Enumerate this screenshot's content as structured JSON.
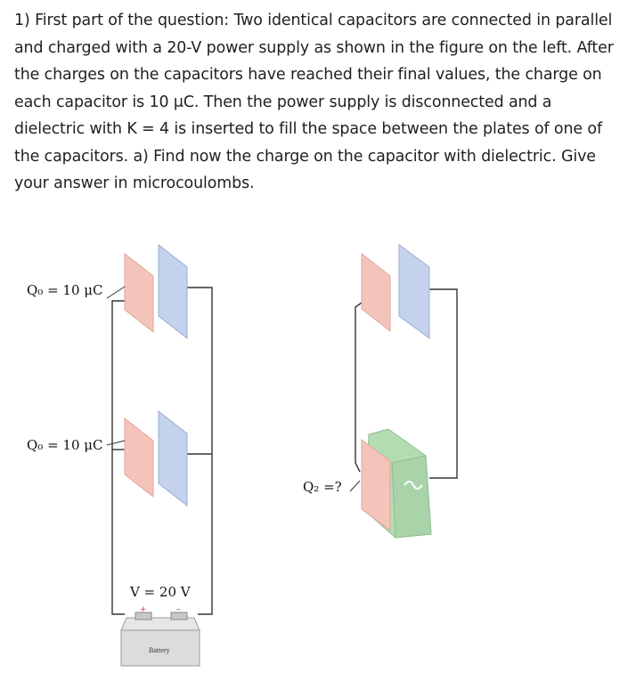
{
  "question": {
    "text": "1) First part of the question: Two identical capacitors are connected in parallel and charged with a 20-V power supply as shown in the figure on the left. After the charges on the capacitors have reached their final values, the charge on each capacitor is 10 μC. Then the power supply is disconnected and a dielectric with K = 4 is inserted to fill the space between the plates of one of the capacitors. a) Find now the charge on the capacitor with dielectric. Give your answer in microcoulombs."
  },
  "figure": {
    "left": {
      "top_capacitor_label": "Q₀ = 10 μC",
      "bottom_capacitor_label": "Q₀ = 10 μC",
      "voltage_label": "V = 20 V",
      "battery_label": "Battery",
      "plus_sign": "+",
      "minus_sign": "–"
    },
    "right": {
      "unknown_label": "Q₂ =?"
    },
    "colors": {
      "positive_plate": "#f4c4bb",
      "negative_plate": "#c4d2ec",
      "dielectric": "#b3dcb3",
      "wire": "#333333"
    }
  }
}
